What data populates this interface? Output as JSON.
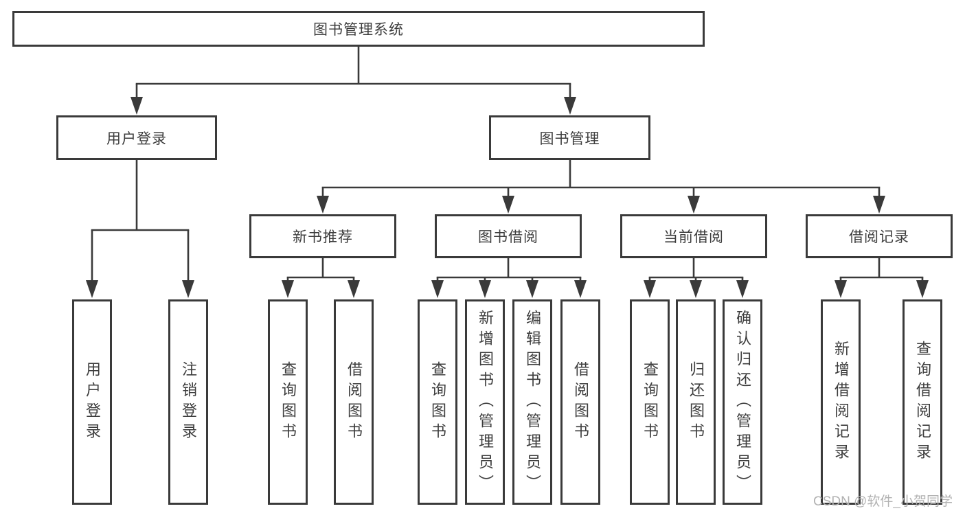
{
  "colors": {
    "line": "#3a3a3a",
    "text": "#3d3d3d",
    "box_background": "#ffffff",
    "background": "#ffffff",
    "watermark": "#b2b2b2"
  },
  "watermark": {
    "text": "CSDN @软件_小贺同学"
  },
  "tree": {
    "root": {
      "label": "图书管理系统"
    },
    "branches": [
      {
        "label": "用户登录",
        "children": [
          {
            "label": "用户登录"
          },
          {
            "label": "注销登录"
          }
        ]
      },
      {
        "label": "图书管理",
        "children": [
          {
            "label": "新书推荐",
            "children": [
              {
                "label": "查询图书"
              },
              {
                "label": "借阅图书"
              }
            ]
          },
          {
            "label": "图书借阅",
            "children": [
              {
                "label": "查询图书"
              },
              {
                "label": "新增图书（管理员）"
              },
              {
                "label": "编辑图书（管理员）"
              },
              {
                "label": "借阅图书"
              }
            ]
          },
          {
            "label": "当前借阅",
            "children": [
              {
                "label": "查询图书"
              },
              {
                "label": "归还图书"
              },
              {
                "label": "确认归还（管理员）"
              }
            ]
          },
          {
            "label": "借阅记录",
            "children": [
              {
                "label": "新增借阅记录"
              },
              {
                "label": "查询借阅记录"
              }
            ]
          }
        ]
      }
    ]
  }
}
